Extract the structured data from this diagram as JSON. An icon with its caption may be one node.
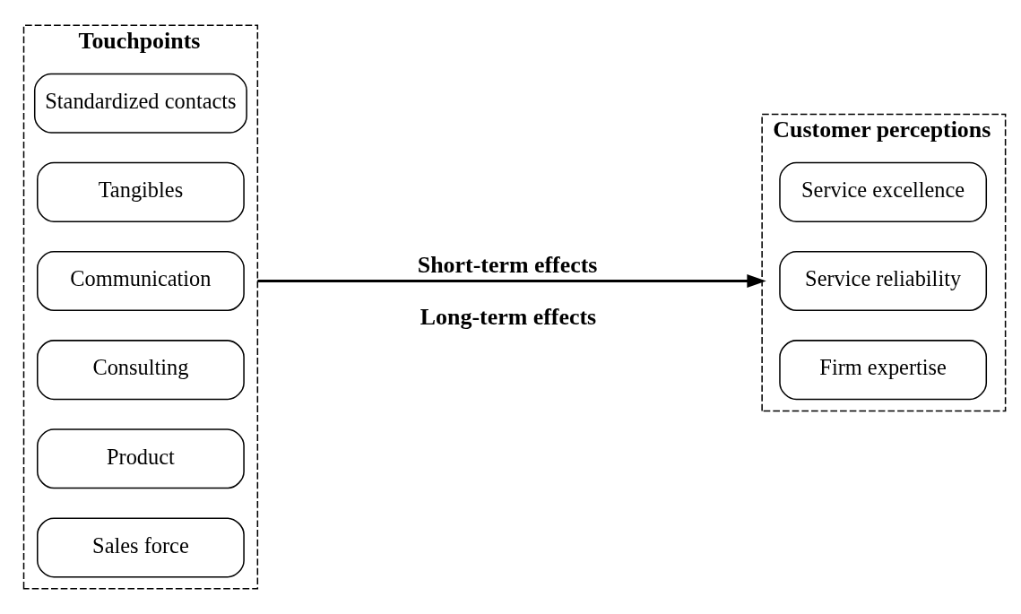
{
  "diagram": {
    "nodes": [
      {
        "text": [
          "Touchpoints"
        ]
      },
      {
        "text": [
          "Sales force"
        ],
        "in": 0
      },
      {
        "text": [
          "Product"
        ],
        "in": 0
      },
      {
        "text": [
          "Consulting"
        ],
        "in": 0
      },
      {
        "text": [
          "Communication"
        ],
        "in": 0
      },
      {
        "text": [
          "Tangibles"
        ],
        "in": 0
      },
      {
        "text": [
          "Standardized contacts"
        ],
        "in": 0
      },
      {
        "text": [
          "Customer perceptions"
        ]
      },
      {
        "text": [
          "Firm expertise"
        ],
        "in": 7
      },
      {
        "text": [
          "Service reliability"
        ],
        "in": 7
      },
      {
        "text": [
          "Service excellence"
        ],
        "in": 7
      }
    ],
    "edges": [
      {
        "from": 0,
        "to": 7,
        "arrow": "to",
        "label": "Short-term effects"
      }
    ],
    "labels": [
      "Long-term effects"
    ]
  }
}
